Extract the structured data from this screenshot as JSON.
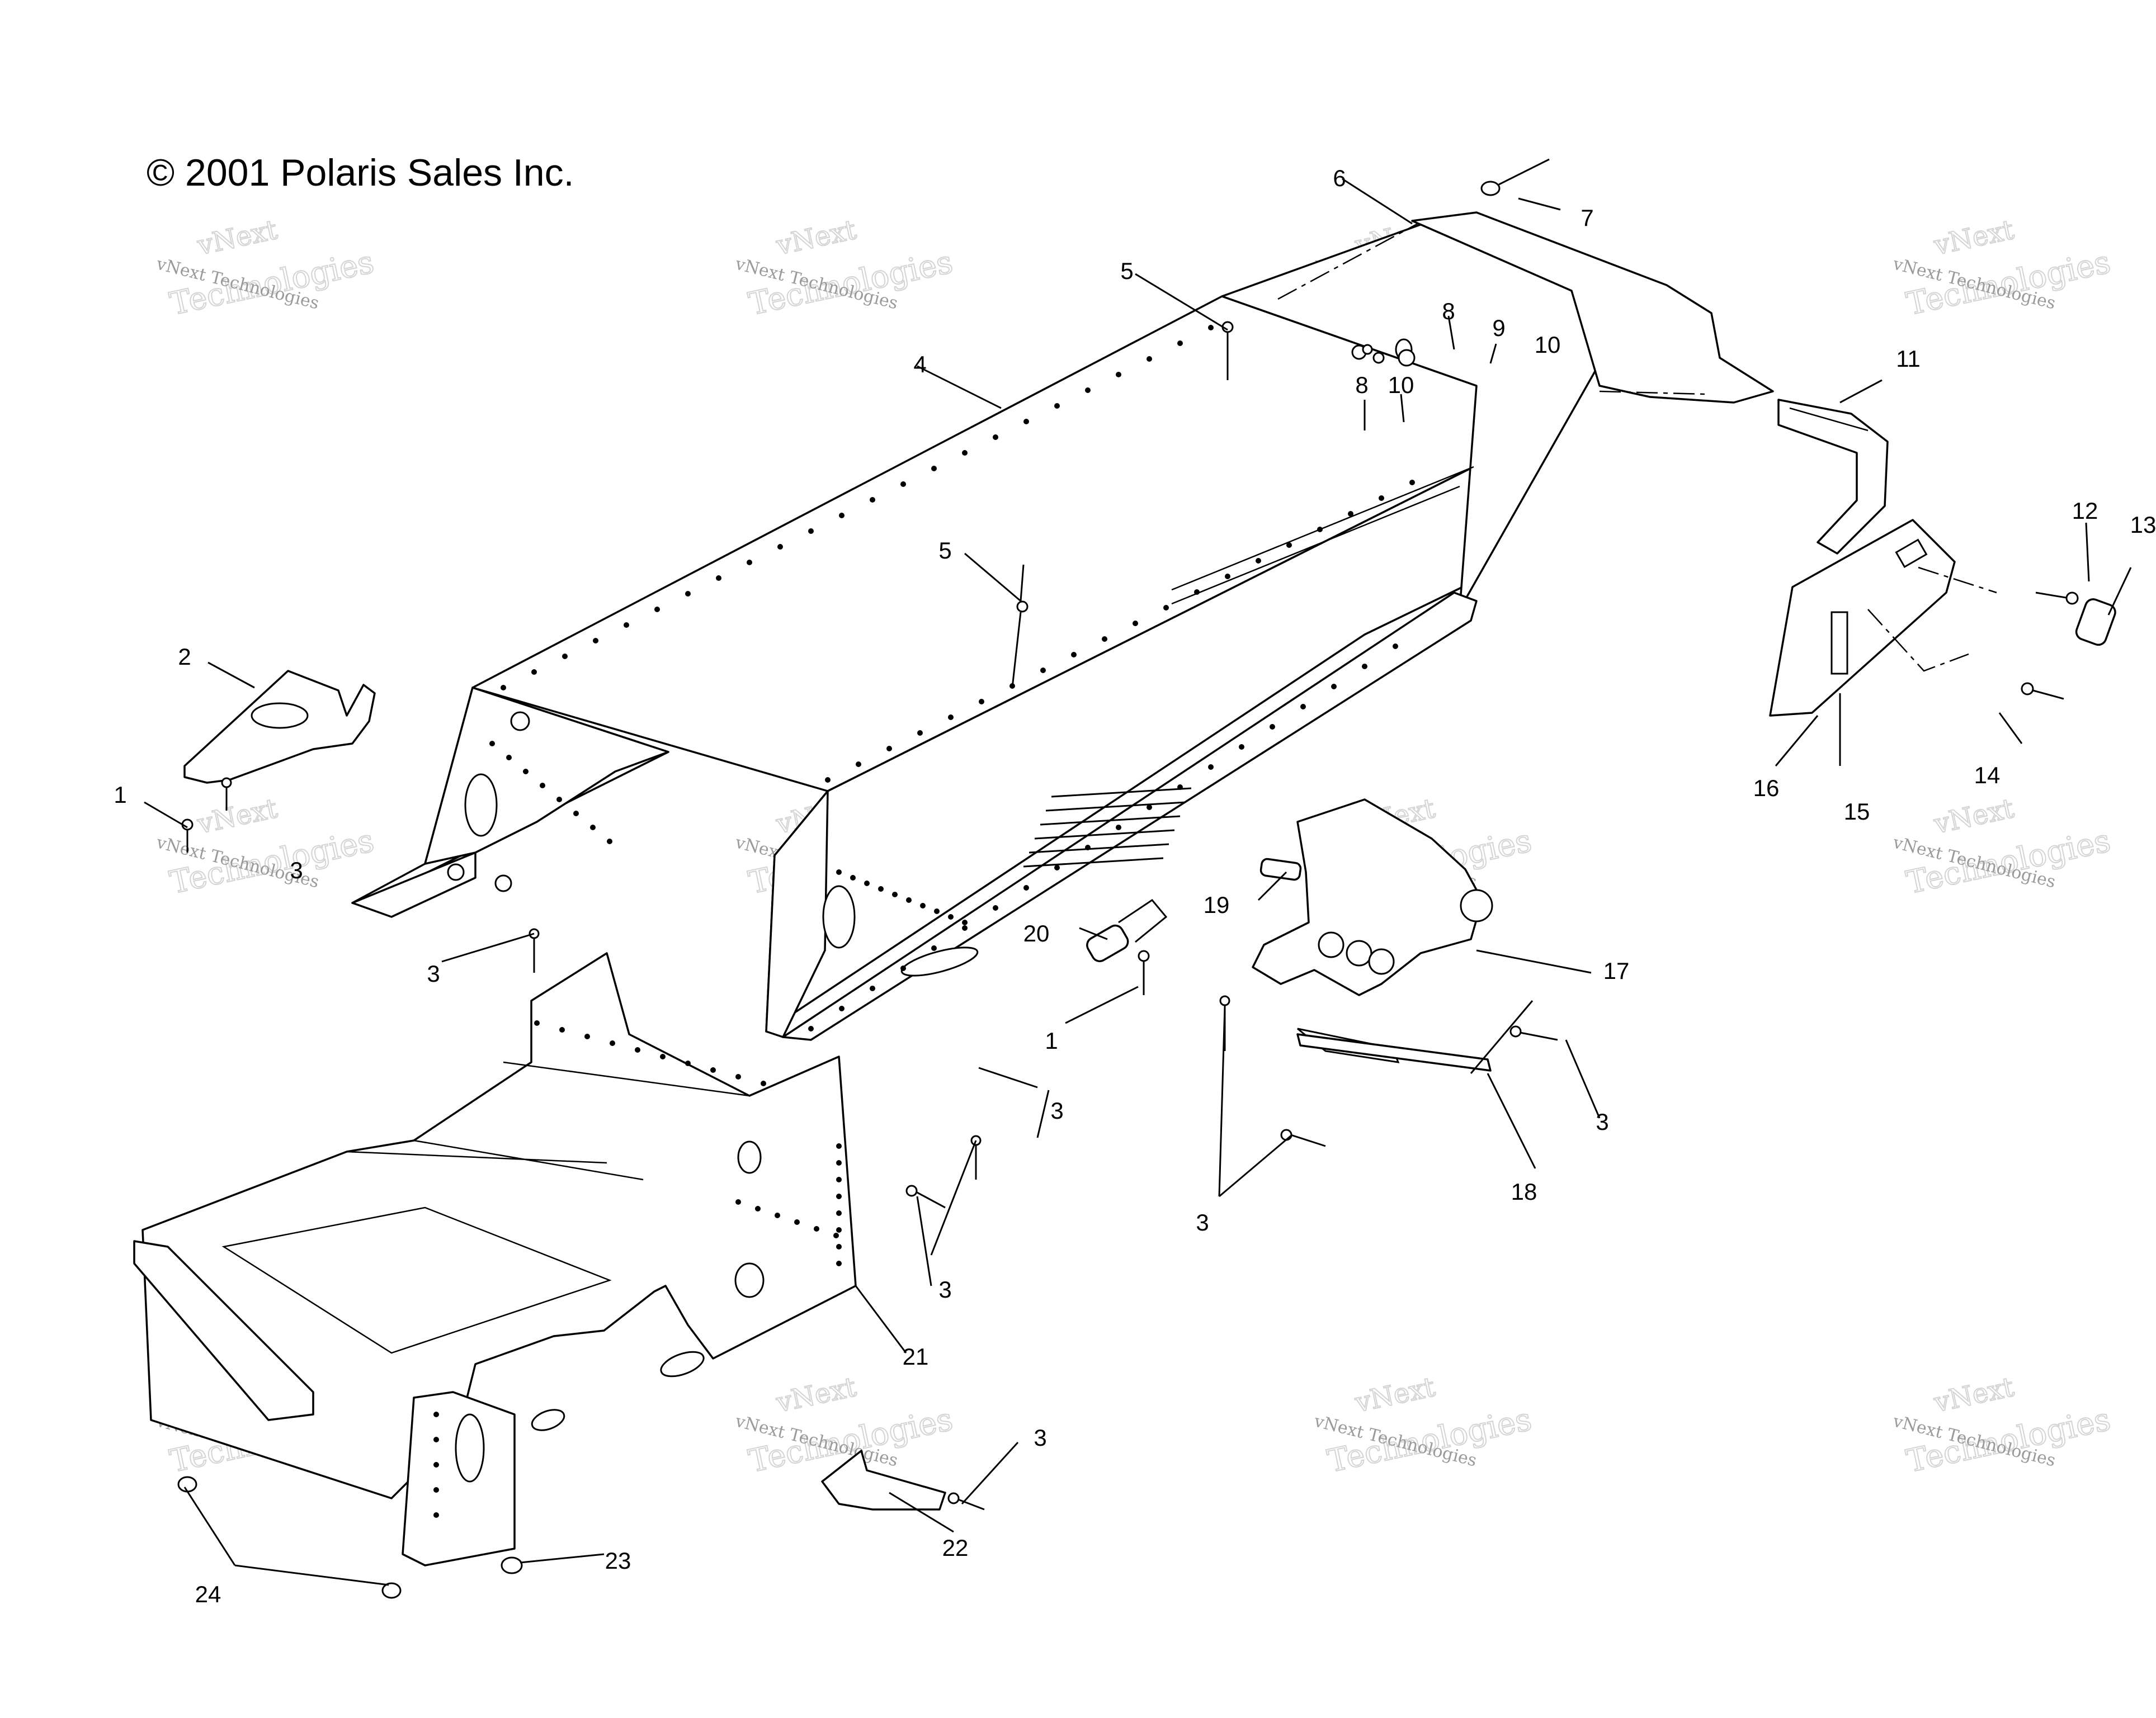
{
  "copyright": "© 2001 Polaris Sales Inc.",
  "watermark": {
    "line1": "vNext Technologies",
    "line2": "Technologies",
    "top": "vNext"
  },
  "callouts": [
    {
      "id": "1",
      "label": "1"
    },
    {
      "id": "1b",
      "label": "1"
    },
    {
      "id": "2",
      "label": "2"
    },
    {
      "id": "3a",
      "label": "3"
    },
    {
      "id": "3b",
      "label": "3"
    },
    {
      "id": "3c",
      "label": "3"
    },
    {
      "id": "3d",
      "label": "3"
    },
    {
      "id": "3e",
      "label": "3"
    },
    {
      "id": "3f",
      "label": "3"
    },
    {
      "id": "3g",
      "label": "3"
    },
    {
      "id": "4",
      "label": "4"
    },
    {
      "id": "5a",
      "label": "5"
    },
    {
      "id": "5b",
      "label": "5"
    },
    {
      "id": "6",
      "label": "6"
    },
    {
      "id": "7",
      "label": "7"
    },
    {
      "id": "8a",
      "label": "8"
    },
    {
      "id": "8b",
      "label": "8"
    },
    {
      "id": "9",
      "label": "9"
    },
    {
      "id": "10a",
      "label": "10"
    },
    {
      "id": "10b",
      "label": "10"
    },
    {
      "id": "11",
      "label": "11"
    },
    {
      "id": "12",
      "label": "12"
    },
    {
      "id": "13",
      "label": "13"
    },
    {
      "id": "14",
      "label": "14"
    },
    {
      "id": "15",
      "label": "15"
    },
    {
      "id": "16",
      "label": "16"
    },
    {
      "id": "17",
      "label": "17"
    },
    {
      "id": "18",
      "label": "18"
    },
    {
      "id": "19",
      "label": "19"
    },
    {
      "id": "20",
      "label": "20"
    },
    {
      "id": "21",
      "label": "21"
    },
    {
      "id": "22",
      "label": "22"
    },
    {
      "id": "23",
      "label": "23"
    },
    {
      "id": "24",
      "label": "24"
    }
  ]
}
